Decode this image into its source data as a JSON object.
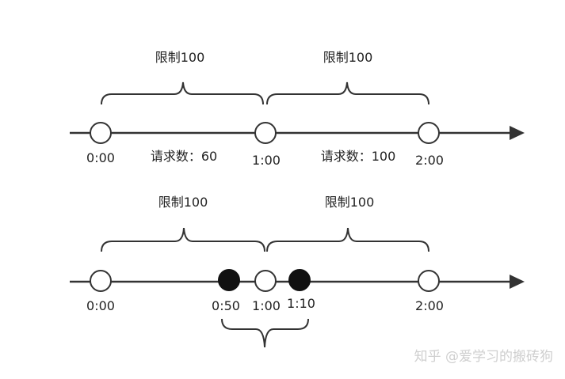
{
  "top_timeline": {
    "brace_left_label": "限制100",
    "brace_right_label": "限制100",
    "ticks": [
      "0:00",
      "1:00",
      "2:00"
    ],
    "count_left": "请求数：60",
    "count_right": "请求数：100"
  },
  "bottom_timeline": {
    "brace_left_label": "限制100",
    "brace_right_label": "限制100",
    "ticks": [
      "0:00",
      "0:50",
      "1:00",
      "1:10",
      "2:00"
    ]
  },
  "watermark": "知乎 @爱学习的搬砖狗",
  "colors": {
    "line": "#333333",
    "filled_node": "#111111",
    "watermark": "#cfcfcf"
  }
}
